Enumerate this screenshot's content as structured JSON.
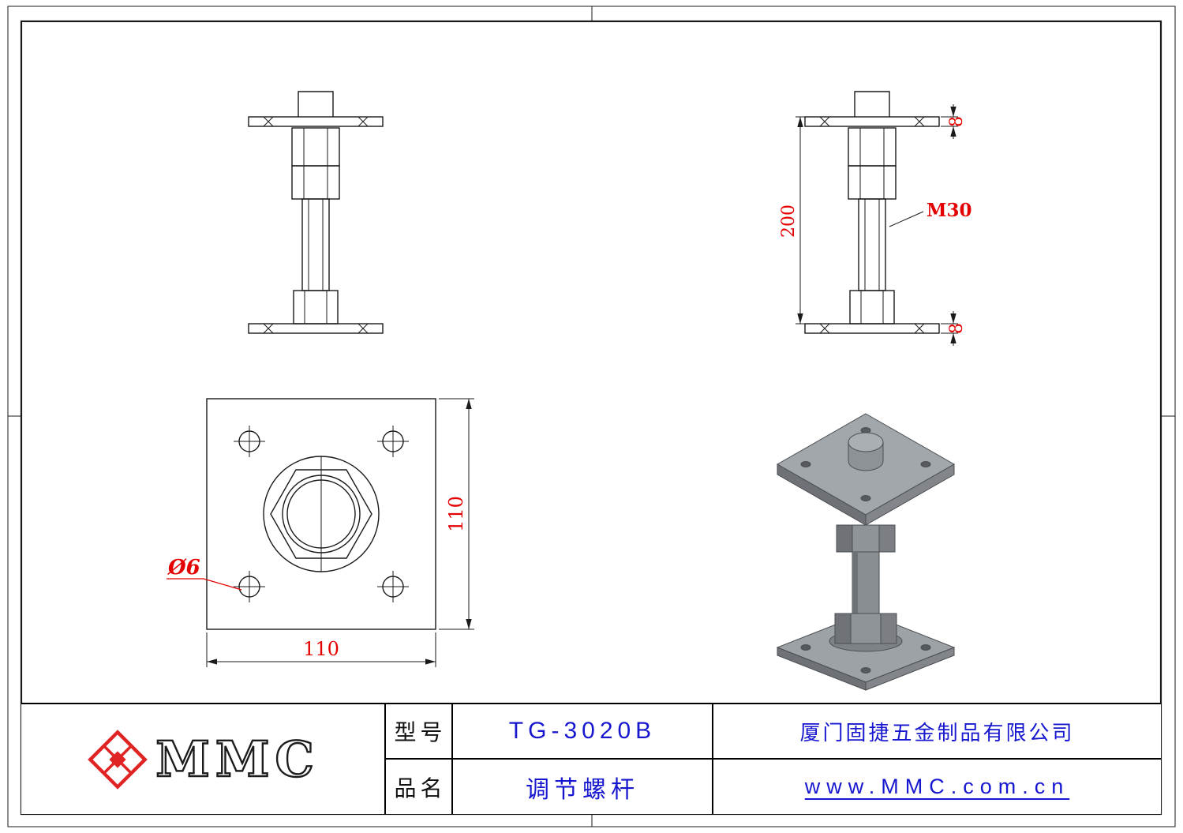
{
  "colors": {
    "dimension_red": "#e40000",
    "brand_blue": "#1717cf",
    "logo_red": "#e02424",
    "line_black": "#1a1a1a"
  },
  "dims": {
    "overall_height": "200",
    "top_plate_thickness": "8",
    "bottom_plate_thickness": "8",
    "thread_spec": "M30",
    "plate_width": "110",
    "plate_depth": "110",
    "hole_diameter": "Ø6"
  },
  "title_block": {
    "logo_text": "MMC",
    "model_label": "型号",
    "model_value": "TG-3020B",
    "product_label": "品名",
    "product_value": "调节螺杆",
    "company_name": "厦门固捷五金制品有限公司",
    "website": "www.MMC.com.cn"
  }
}
